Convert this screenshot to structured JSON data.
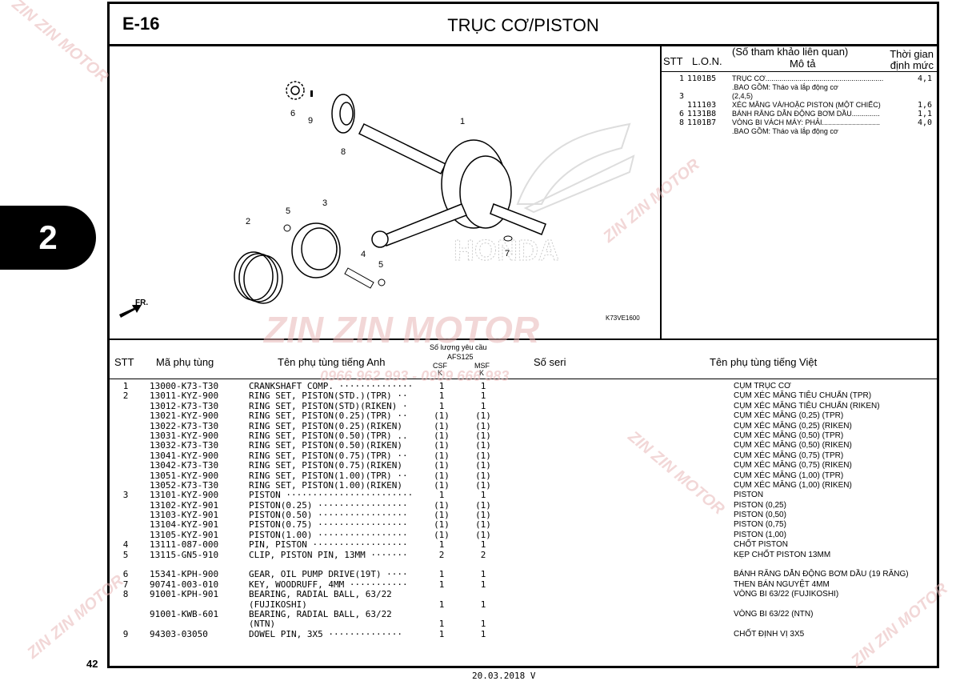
{
  "section_code": "E-16",
  "title": "TRỤC CƠ/PISTON",
  "chapter_tab": "2",
  "page_number": "42",
  "date": "20.03.2018 V",
  "diagram": {
    "code": "K73VE1600",
    "direction": "FR.",
    "callouts": [
      "1",
      "2",
      "3",
      "4",
      "5",
      "5",
      "6",
      "7",
      "8",
      "9"
    ],
    "brand": "HONDA"
  },
  "lon_table": {
    "head_stt": "STT",
    "head_lon": "L.O.N.",
    "head_ref": "(Số tham khảo liên quan)",
    "head_desc": "Mô tả",
    "head_time1": "Thời gian",
    "head_time2": "định mức",
    "rows": [
      {
        "stt": "1",
        "lon": "1101B5",
        "desc": "TRỤC CƠ...........................................................",
        "time": "4,1"
      },
      {
        "stt": "",
        "lon": "",
        "desc": ".BAO GỒM: Tháo và lắp động cơ",
        "time": ""
      },
      {
        "stt": "3",
        "lon": "",
        "desc": "(2,4,5)",
        "time": ""
      },
      {
        "stt": "",
        "lon": "111103",
        "desc": "XÉC MĂNG VÀ/HOẶC PISTON (MỘT CHIẾC)",
        "time": "1,6"
      },
      {
        "stt": "6",
        "lon": "1131B8",
        "desc": "BÁNH RĂNG DẪN ĐỘNG BƠM DẦU..............",
        "time": "1,1"
      },
      {
        "stt": "8",
        "lon": "1101B7",
        "desc": "VÒNG BI VÁCH MÁY: PHẢI.............................",
        "time": "4,0"
      },
      {
        "stt": "",
        "lon": "",
        "desc": ".BAO GỒM: Tháo và lắp động cơ",
        "time": ""
      }
    ]
  },
  "parts_header": {
    "stt": "STT",
    "part_no": "Mã phụ tùng",
    "name_en": "Tên phụ tùng tiếng Anh",
    "qty": "Số lượng yêu cầu",
    "model": "AFS125",
    "csf": "CSF",
    "msf": "MSF",
    "k": "K",
    "serial": "Số seri",
    "name_vn": "Tên phụ tùng tiếng Việt"
  },
  "parts": [
    {
      "stt": "1",
      "pno": "13000-K73-T30",
      "en": "CRANKSHAFT COMP. ··············",
      "csf": "1",
      "msf": "1",
      "vn": "CỤM TRỤC CƠ"
    },
    {
      "stt": "2",
      "pno": "13011-KYZ-900",
      "en": "RING SET, PISTON(STD.)(TPR) ··",
      "csf": "1",
      "msf": "1",
      "vn": "CỤM XÉC MĂNG TIÊU CHUẨN (TPR)"
    },
    {
      "stt": "",
      "pno": "13012-K73-T30",
      "en": "RING SET, PISTON(STD)(RIKEN) ·",
      "csf": "1",
      "msf": "1",
      "vn": "CỤM XÉC MĂNG TIÊU CHUẨN (RIKEN)"
    },
    {
      "stt": "",
      "pno": "13021-KYZ-900",
      "en": "RING SET, PISTON(0.25)(TPR) ··",
      "csf": "(1)",
      "msf": "(1)",
      "vn": "CỤM XÉC MĂNG (0,25) (TPR)"
    },
    {
      "stt": "",
      "pno": "13022-K73-T30",
      "en": "RING SET, PISTON(0.25)(RIKEN)",
      "csf": "(1)",
      "msf": "(1)",
      "vn": "CỤM XÉC MĂNG (0,25) (RIKEN)"
    },
    {
      "stt": "",
      "pno": "13031-KYZ-900",
      "en": "RING SET, PISTON(0.50)(TPR) ..",
      "csf": "(1)",
      "msf": "(1)",
      "vn": "CỤM XÉC MĂNG (0,50) (TPR)"
    },
    {
      "stt": "",
      "pno": "13032-K73-T30",
      "en": "RING SET, PISTON(0.50)(RIKEN)",
      "csf": "(1)",
      "msf": "(1)",
      "vn": "CỤM XÉC MĂNG (0,50) (RIKEN)"
    },
    {
      "stt": "",
      "pno": "13041-KYZ-900",
      "en": "RING SET, PISTON(0.75)(TPR) ··",
      "csf": "(1)",
      "msf": "(1)",
      "vn": "CỤM XÉC MĂNG (0,75) (TPR)"
    },
    {
      "stt": "",
      "pno": "13042-K73-T30",
      "en": "RING SET, PISTON(0.75)(RIKEN)",
      "csf": "(1)",
      "msf": "(1)",
      "vn": "CỤM XÉC MĂNG (0,75) (RIKEN)"
    },
    {
      "stt": "",
      "pno": "13051-KYZ-900",
      "en": "RING SET, PISTON(1.00)(TPR) ··",
      "csf": "(1)",
      "msf": "(1)",
      "vn": "CỤM XÉC MĂNG (1,00) (TPR)"
    },
    {
      "stt": "",
      "pno": "13052-K73-T30",
      "en": "RING SET, PISTON(1.00)(RIKEN)",
      "csf": "(1)",
      "msf": "(1)",
      "vn": "CỤM XÉC MĂNG (1,00) (RIKEN)"
    },
    {
      "stt": "3",
      "pno": "13101-KYZ-900",
      "en": "PISTON ························",
      "csf": "1",
      "msf": "1",
      "vn": "PISTON"
    },
    {
      "stt": "",
      "pno": "13102-KYZ-901",
      "en": "PISTON(0.25) ·················",
      "csf": "(1)",
      "msf": "(1)",
      "vn": "PISTON (0,25)"
    },
    {
      "stt": "",
      "pno": "13103-KYZ-901",
      "en": "PISTON(0.50) ·················",
      "csf": "(1)",
      "msf": "(1)",
      "vn": "PISTON (0,50)"
    },
    {
      "stt": "",
      "pno": "13104-KYZ-901",
      "en": "PISTON(0.75) ·················",
      "csf": "(1)",
      "msf": "(1)",
      "vn": "PISTON (0,75)"
    },
    {
      "stt": "",
      "pno": "13105-KYZ-901",
      "en": "PISTON(1.00) ·················",
      "csf": "(1)",
      "msf": "(1)",
      "vn": "PISTON (1,00)"
    },
    {
      "stt": "4",
      "pno": "13111-087-000",
      "en": "PIN, PISTON ··················",
      "csf": "1",
      "msf": "1",
      "vn": "CHỐT PISTON"
    },
    {
      "stt": "5",
      "pno": "13115-GN5-910",
      "en": "CLIP, PISTON PIN, 13MM ·······",
      "csf": "2",
      "msf": "2",
      "vn": "KẸP CHỐT PISTON 13MM"
    },
    {
      "stt": "",
      "pno": "",
      "en": "",
      "csf": "",
      "msf": "",
      "vn": ""
    },
    {
      "stt": "6",
      "pno": "15341-KPH-900",
      "en": "GEAR, OIL PUMP DRIVE(19T) ····",
      "csf": "1",
      "msf": "1",
      "vn": "BÁNH RĂNG DẪN ĐỘNG BƠM DẦU (19 RĂNG)"
    },
    {
      "stt": "7",
      "pno": "90741-003-010",
      "en": "KEY, WOODRUFF, 4MM ···········",
      "csf": "1",
      "msf": "1",
      "vn": "THEN BÁN NGUYỆT 4MM"
    },
    {
      "stt": "8",
      "pno": "91001-KPH-901",
      "en": "BEARING, RADIAL BALL, 63/22",
      "csf": "",
      "msf": "",
      "vn": "VÒNG BI 63/22 (FUJIKOSHI)"
    },
    {
      "stt": "",
      "pno": "",
      "en": "               (FUJIKOSHI)",
      "csf": "1",
      "msf": "1",
      "vn": ""
    },
    {
      "stt": "",
      "pno": "91001-KWB-601",
      "en": "BEARING, RADIAL BALL, 63/22",
      "csf": "",
      "msf": "",
      "vn": "VÒNG BI 63/22 (NTN)"
    },
    {
      "stt": "",
      "pno": "",
      "en": "                     (NTN)",
      "csf": "1",
      "msf": "1",
      "vn": ""
    },
    {
      "stt": "9",
      "pno": "94303-03050",
      "en": "DOWEL PIN, 3X5 ··············",
      "csf": "1",
      "msf": "1",
      "vn": "CHỐT ĐỊNH VỊ 3X5"
    }
  ],
  "watermark": {
    "brand": "ZIN ZIN MOTOR",
    "phone": "0966 962 993 - 0909 666 983"
  }
}
